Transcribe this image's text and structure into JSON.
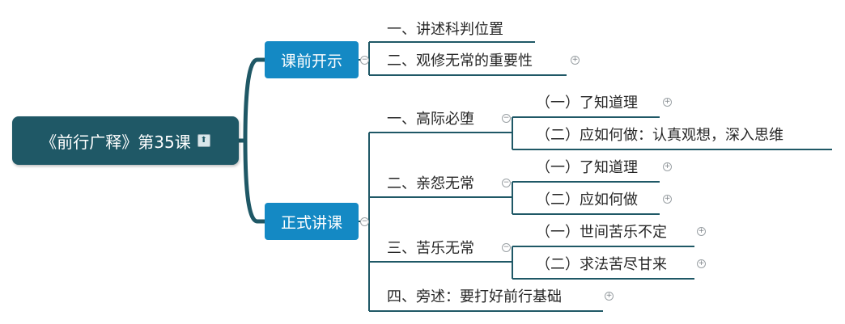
{
  "root": {
    "label": "《前行广释》第35课",
    "badge_icon": "up-arrow-icon"
  },
  "branches": [
    {
      "label": "课前开示",
      "children": [
        {
          "label": "一、讲述科判位置"
        },
        {
          "label": "二、观修无常的重要性",
          "collapsed": true
        }
      ]
    },
    {
      "label": "正式讲课",
      "children": [
        {
          "label": "一、高际必堕",
          "children": [
            {
              "label": "（一）了知道理",
              "collapsed": true
            },
            {
              "label": "（二）应如何做：认真观想，深入思维"
            }
          ]
        },
        {
          "label": "二、亲怨无常",
          "children": [
            {
              "label": "（一）了知道理",
              "collapsed": true
            },
            {
              "label": "（二）应如何做",
              "collapsed": true
            }
          ]
        },
        {
          "label": "三、苦乐无常",
          "children": [
            {
              "label": "（一）世间苦乐不定",
              "collapsed": true
            },
            {
              "label": "（二）求法苦尽甘来",
              "collapsed": true
            }
          ]
        },
        {
          "label": "四、旁述：要打好前行基础",
          "collapsed": true
        }
      ]
    }
  ],
  "colors": {
    "root": "#1f5866",
    "main": "#1489c4",
    "line": "#1f5866",
    "text": "#262626"
  }
}
